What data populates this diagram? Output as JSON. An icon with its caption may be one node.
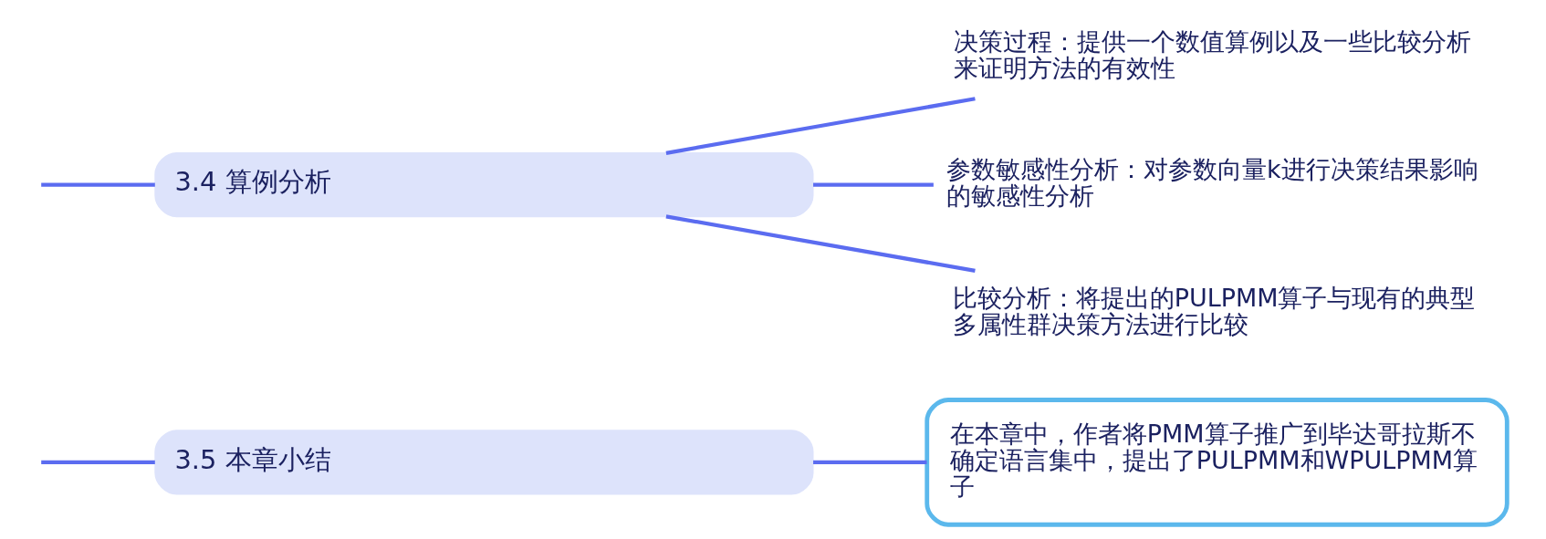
{
  "diagram": {
    "nodes": [
      {
        "text": [
          "3.4 算例分析"
        ]
      },
      {
        "text": [
          "决策过程：提供一个数值算例以及一些比较分析来证明方法的有效性"
        ]
      },
      {
        "text": [
          "参数敏感性分析：对参数向量k进行决策结果影响的敏感性分析"
        ]
      },
      {
        "text": [
          "比较分析：将提出的PULPMM算子与现有的典型多属性群决策方法进行比较"
        ]
      },
      {
        "text": [
          "3.5 本章小结"
        ]
      },
      {
        "text": [
          "在本章中，作者将PMM算子推广到毕达哥拉斯不确定语言集中，提出了PULPMM和WPULPMM算子"
        ]
      }
    ],
    "edges": [
      {
        "from": null,
        "to": 0,
        "arrow": "none"
      },
      {
        "from": 0,
        "to": 1,
        "arrow": "none"
      },
      {
        "from": 0,
        "to": 2,
        "arrow": "none"
      },
      {
        "from": 0,
        "to": 3,
        "arrow": "none"
      },
      {
        "from": null,
        "to": 4,
        "arrow": "none"
      },
      {
        "from": 4,
        "to": 5,
        "arrow": "none"
      }
    ]
  }
}
